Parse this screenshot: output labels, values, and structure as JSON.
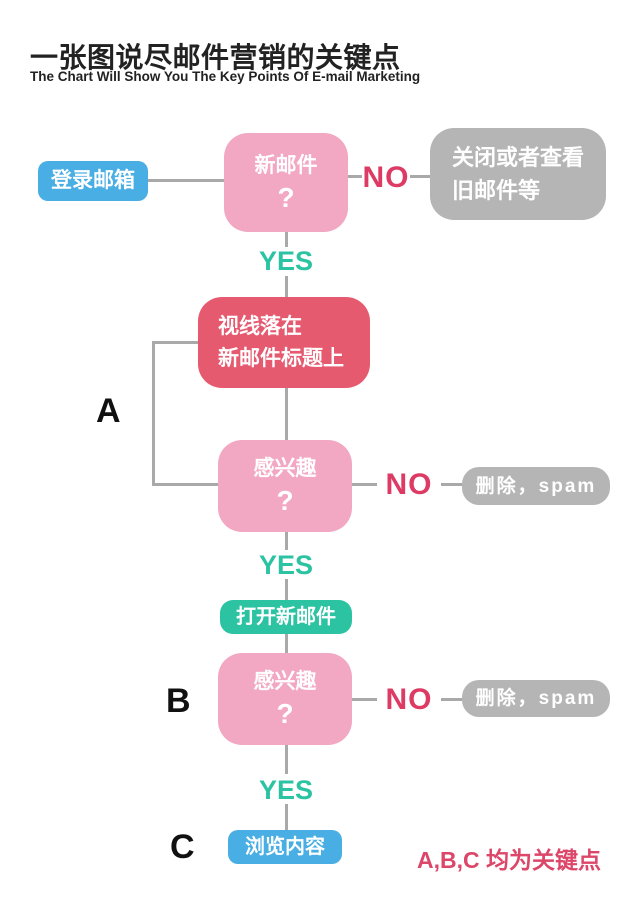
{
  "header": {
    "title": "一张图说尽邮件营销的关键点",
    "subtitle": "The Chart Will Show You The Key Points Of E-mail Marketing"
  },
  "labels": {
    "yes": "YES",
    "no": "NO"
  },
  "flowchart": {
    "start": "登录邮箱",
    "decision_new_mail": {
      "text": "新邮件",
      "mark": "?"
    },
    "outcome_close_old": {
      "line1": "关闭或者查看",
      "line2": "旧邮件等"
    },
    "action_focus_title": {
      "line1": "视线落在",
      "line2": "新邮件标题上"
    },
    "decision_interested_a": {
      "text": "感兴趣",
      "mark": "?"
    },
    "outcome_delete_spam_a": "删除，spam",
    "action_open_mail": "打开新邮件",
    "decision_interested_b": {
      "text": "感兴趣",
      "mark": "?"
    },
    "outcome_delete_spam_b": "删除，spam",
    "action_browse_content": "浏览内容",
    "key_points": {
      "a": "A",
      "b": "B",
      "c": "C"
    },
    "note": "A,B,C 均为关键点"
  },
  "colors": {
    "blue": "#48AEE3",
    "pink": "#F2A8C2",
    "rose": "#E65A70",
    "teal": "#2CC3A3",
    "gray": "#B6B5B6",
    "line": "#A9A9A9",
    "no_text": "#DD3A64",
    "yes_text": "#2CC3A3",
    "note_text": "#DC4668",
    "title_text": "#222222"
  }
}
